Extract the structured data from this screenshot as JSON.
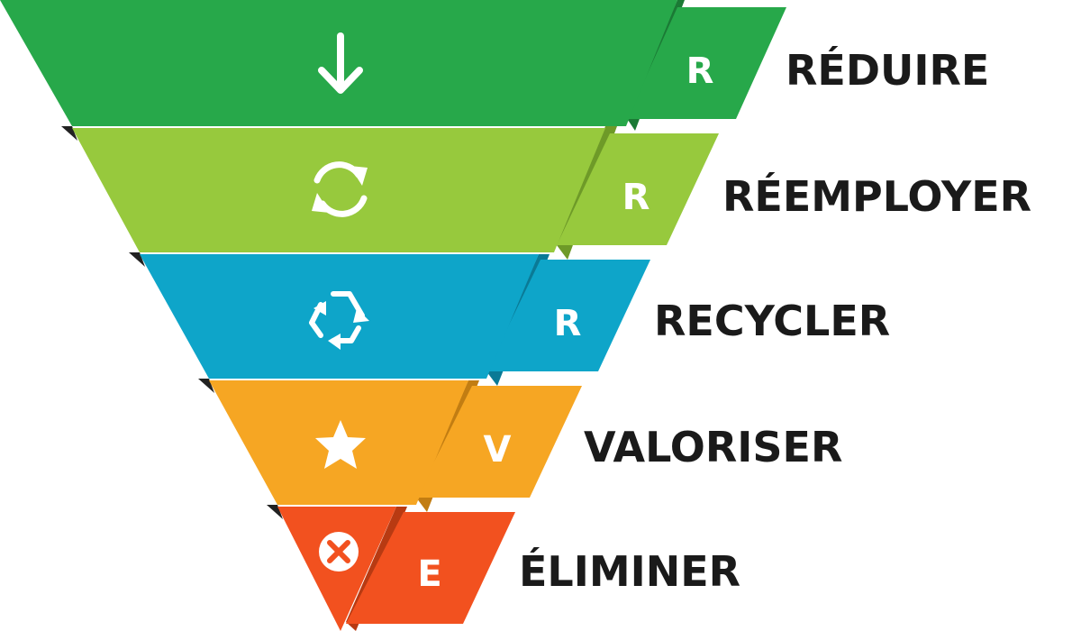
{
  "levels": [
    {
      "letter": "R",
      "label": "RÉDUIRE",
      "icon": "arrow-down-icon",
      "color": "#27a84a",
      "shadow": "#1b7a35"
    },
    {
      "letter": "R",
      "label": "RÉEMPLOYER",
      "icon": "reuse-icon",
      "color": "#97c93d",
      "shadow": "#6e9a28"
    },
    {
      "letter": "R",
      "label": "RECYCLER",
      "icon": "recycle-icon",
      "color": "#0ea5c9",
      "shadow": "#0a7a96"
    },
    {
      "letter": "V",
      "label": "VALORISER",
      "icon": "star-icon",
      "color": "#f6a623",
      "shadow": "#c27d12"
    },
    {
      "letter": "E",
      "label": "ÉLIMINER",
      "icon": "x-circle-icon",
      "color": "#f2511f",
      "shadow": "#b83a12"
    }
  ]
}
